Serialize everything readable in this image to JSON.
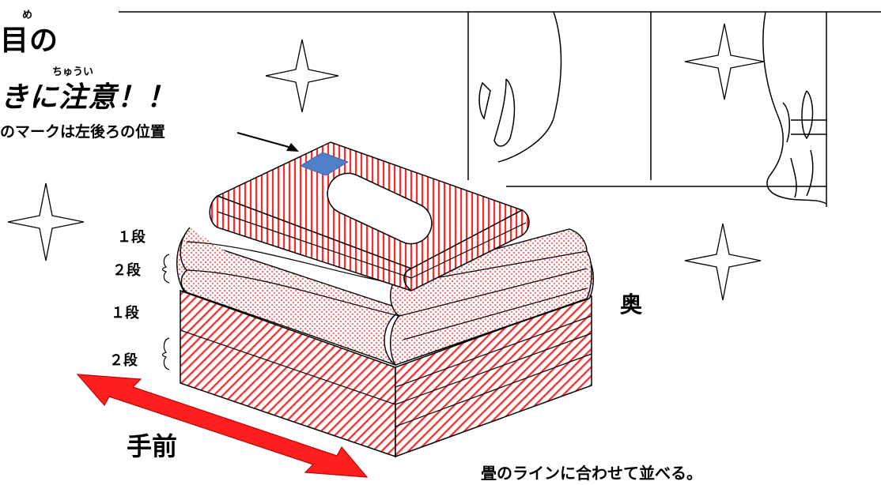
{
  "title": {
    "line1": "目の",
    "line1_ruby": "め",
    "line2": "きに注意！！",
    "line2_ruby": "ちゅうい"
  },
  "mark_note": "のマークは左後ろの位置",
  "layers": {
    "layer1_top": "１段",
    "layer2_top": "２段",
    "layer1_bottom": "１段",
    "layer2_bottom": "２段"
  },
  "direction": {
    "front": "手前",
    "back": "奥"
  },
  "instruction": "畳のラインに合わせて並べる。",
  "colors": {
    "red": "#ff2a2a",
    "pink": "#f6a0a0",
    "mark_blue": "#4f7fc7",
    "line": "#000000"
  }
}
